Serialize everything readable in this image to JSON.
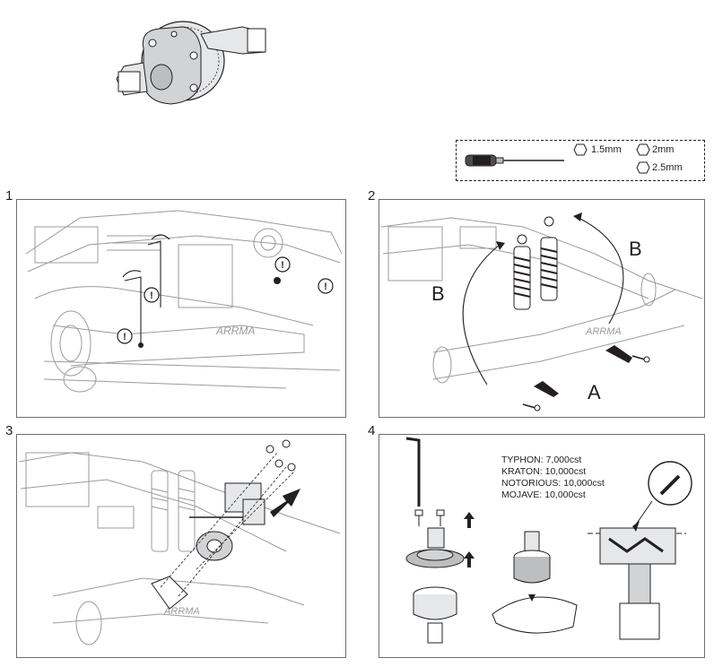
{
  "tools": {
    "hex_keys": [
      "1.5mm",
      "2mm",
      "2.5mm"
    ]
  },
  "steps": [
    {
      "number": "1"
    },
    {
      "number": "2",
      "labels": [
        "B",
        "B",
        "A"
      ]
    },
    {
      "number": "3"
    },
    {
      "number": "4",
      "fluids": [
        "TYPHON: 7,000cst",
        "KRATON: 10,000cst",
        "NOTORIOUS: 10,000cst",
        "MOJAVE: 10,000cst"
      ]
    }
  ],
  "colors": {
    "line_art": "#9a9b9e",
    "ink": "#231f20",
    "frame": "#6d6e71",
    "part_fill": "#c9cacc"
  }
}
